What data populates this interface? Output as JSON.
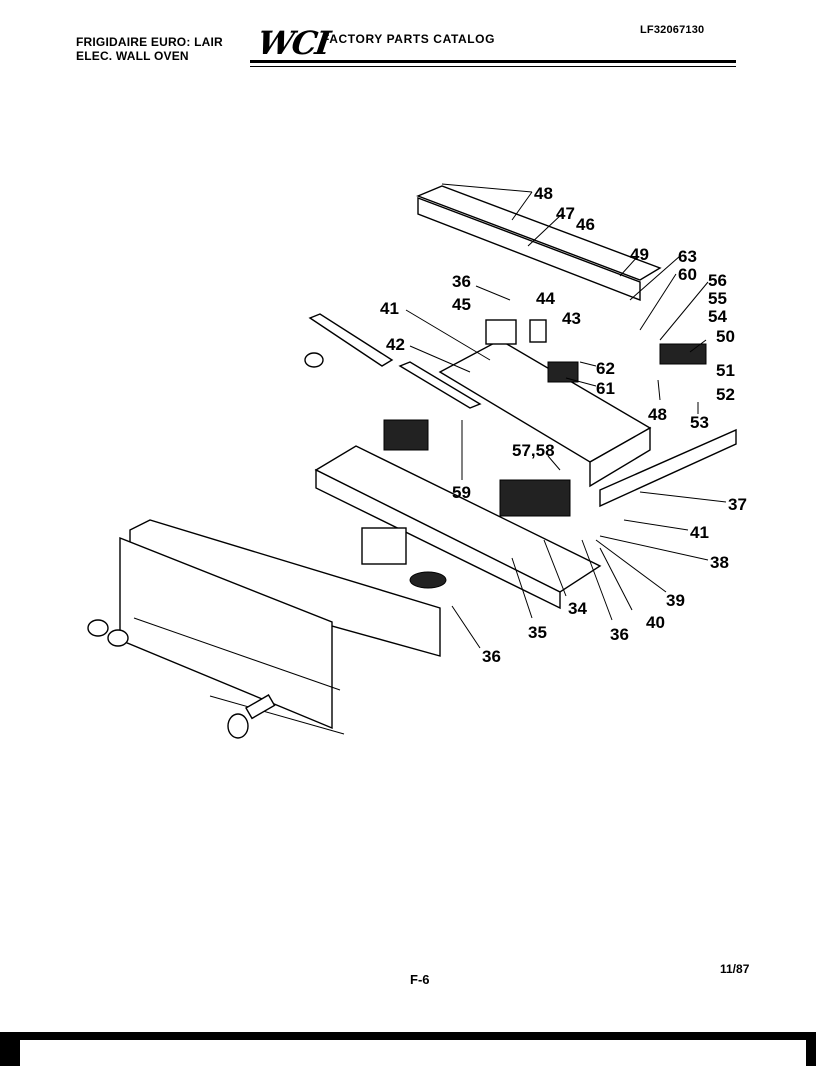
{
  "header": {
    "brand_line1": "FRIGIDAIRE EURO: LAIR",
    "brand_line2": "ELEC. WALL OVEN",
    "logo_text": "WCI",
    "catalog_title": "FACTORY PARTS CATALOG",
    "model_number": "LF32067130"
  },
  "footer": {
    "page_number": "F-6",
    "date": "11/87"
  },
  "callouts": [
    {
      "id": "c48a",
      "label": "48"
    },
    {
      "id": "c47",
      "label": "47"
    },
    {
      "id": "c46",
      "label": "46"
    },
    {
      "id": "c49",
      "label": "49"
    },
    {
      "id": "c63",
      "label": "63"
    },
    {
      "id": "c60",
      "label": "60"
    },
    {
      "id": "c56",
      "label": "56"
    },
    {
      "id": "c55",
      "label": "55"
    },
    {
      "id": "c54",
      "label": "54"
    },
    {
      "id": "c50",
      "label": "50"
    },
    {
      "id": "c51",
      "label": "51"
    },
    {
      "id": "c52",
      "label": "52"
    },
    {
      "id": "c53",
      "label": "53"
    },
    {
      "id": "c48b",
      "label": "48"
    },
    {
      "id": "c36a",
      "label": "36"
    },
    {
      "id": "c45",
      "label": "45"
    },
    {
      "id": "c44",
      "label": "44"
    },
    {
      "id": "c43",
      "label": "43"
    },
    {
      "id": "c41a",
      "label": "41"
    },
    {
      "id": "c42",
      "label": "42"
    },
    {
      "id": "c62",
      "label": "62"
    },
    {
      "id": "c61",
      "label": "61"
    },
    {
      "id": "c5758",
      "label": "57,58"
    },
    {
      "id": "c59",
      "label": "59"
    },
    {
      "id": "c37",
      "label": "37"
    },
    {
      "id": "c41b",
      "label": "41"
    },
    {
      "id": "c38",
      "label": "38"
    },
    {
      "id": "c39",
      "label": "39"
    },
    {
      "id": "c40",
      "label": "40"
    },
    {
      "id": "c36b",
      "label": "36"
    },
    {
      "id": "c34",
      "label": "34"
    },
    {
      "id": "c35",
      "label": "35"
    },
    {
      "id": "c36c",
      "label": "36"
    }
  ]
}
